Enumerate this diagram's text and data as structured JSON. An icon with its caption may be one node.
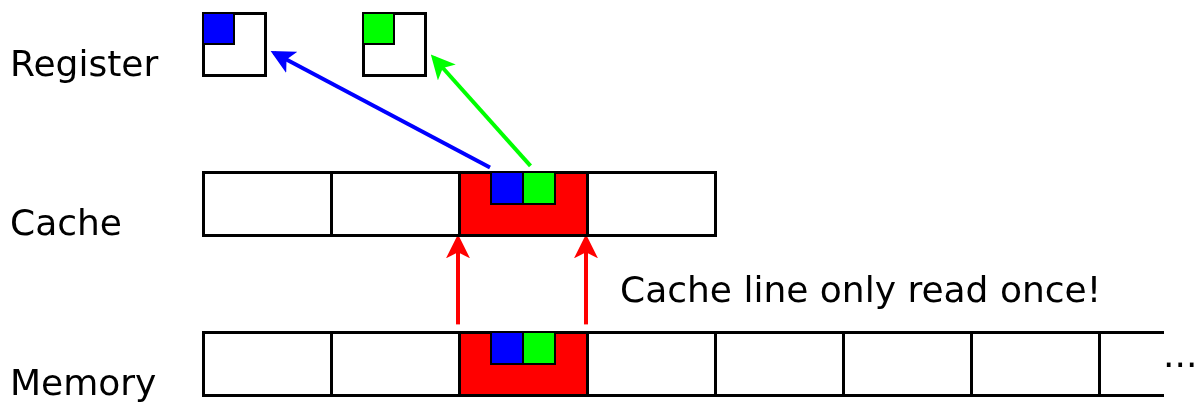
{
  "diagram": {
    "nodes": [
      {
        "text": [],
        "shape": "box"
      },
      {
        "text": [],
        "shape": "box",
        "in": 0
      },
      {
        "text": [],
        "shape": "box"
      },
      {
        "text": [],
        "shape": "box",
        "in": 2
      },
      {
        "text": [],
        "shape": "box"
      },
      {
        "text": [],
        "shape": "box"
      },
      {
        "text": [],
        "shape": "box"
      },
      {
        "text": [],
        "shape": "box",
        "in": 6
      },
      {
        "text": [],
        "shape": "box",
        "in": 6
      },
      {
        "text": [],
        "shape": "box"
      },
      {
        "text": [],
        "shape": "box"
      },
      {
        "text": [],
        "shape": "box"
      },
      {
        "text": [],
        "shape": "box"
      },
      {
        "text": [],
        "shape": "box"
      },
      {
        "text": [],
        "shape": "box"
      },
      {
        "text": [],
        "shape": "box"
      },
      {
        "text": [],
        "shape": "box"
      },
      {
        "text": [],
        "shape": "box"
      },
      {
        "text": [],
        "shape": "box",
        "in": 11
      },
      {
        "text": [],
        "shape": "box",
        "in": 11
      }
    ],
    "edges": [
      {
        "from": 7,
        "to": 0,
        "arrow": "to",
        "color": "#0000ff"
      },
      {
        "from": 8,
        "to": 2,
        "arrow": "to",
        "color": "#00ff00"
      },
      {
        "from": 11,
        "to": 6,
        "arrow": "to",
        "color": "#ff0000"
      },
      {
        "from": 11,
        "to": 6,
        "arrow": "to",
        "color": "#ff0000"
      }
    ],
    "labels": [
      "Register",
      "Cache",
      "Cache line only read once!",
      "Memory",
      "..."
    ]
  }
}
